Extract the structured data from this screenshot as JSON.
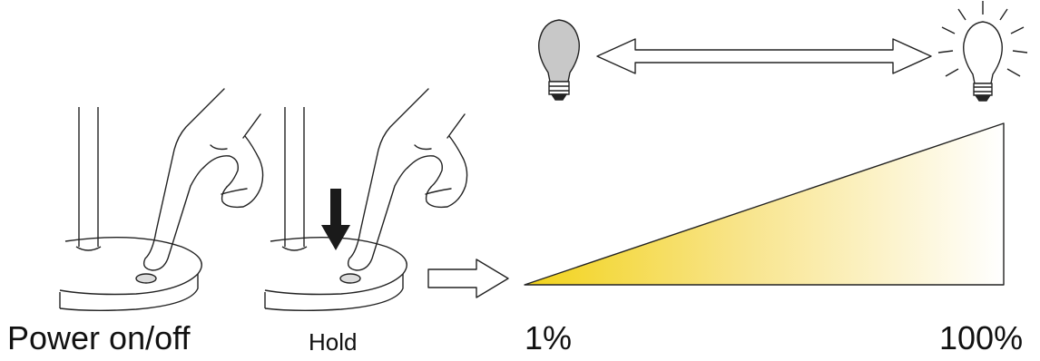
{
  "labels": {
    "power": "Power on/off",
    "hold": "Hold",
    "brightness_min": "1%",
    "brightness_max": "100%"
  },
  "colors": {
    "ramp_start": "#f2d31a",
    "ramp_end": "#ffffff",
    "line": "#222222"
  },
  "icons": [
    "lamp-base-icon",
    "finger-press-icon",
    "down-arrow-icon",
    "right-arrow-icon",
    "dim-bulb-icon",
    "bright-bulb-icon",
    "double-arrow-icon"
  ],
  "brightness_range": [
    1,
    100
  ]
}
